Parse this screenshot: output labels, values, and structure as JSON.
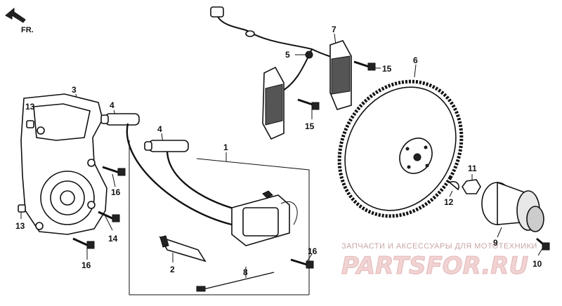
{
  "orientation": {
    "label": "FR.",
    "icon": "front-arrow-icon"
  },
  "callouts": {
    "c1": "1",
    "c2": "2",
    "c3": "3",
    "c4a": "4",
    "c4b": "4",
    "c5": "5",
    "c6": "6",
    "c7": "7",
    "c8": "8",
    "c9": "9",
    "c10": "10",
    "c11": "11",
    "c12": "12",
    "c13a": "13",
    "c13b": "13",
    "c14": "14",
    "c15a": "15",
    "c15b": "15",
    "c16a": "16",
    "c16b": "16",
    "c16c": "16"
  },
  "watermark": {
    "subtitle": "ЗАПЧАСТИ И АКСЕССУАРЫ ДЛЯ МОТОТЕХНИКИ",
    "brand": "PARTSFOR.RU"
  }
}
